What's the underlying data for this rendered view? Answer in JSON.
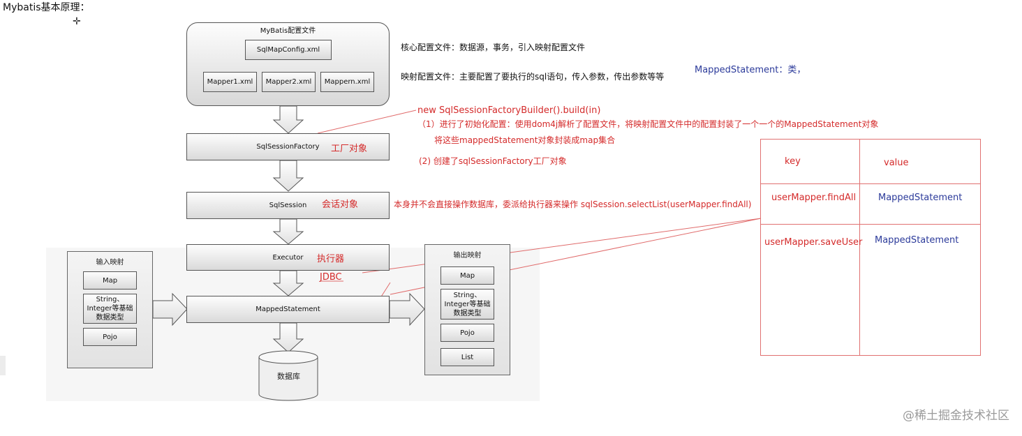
{
  "title": "Mybatis基本原理：",
  "config_box": {
    "title": "MyBatis配置文件",
    "main_file": "SqlMapConfig.xml",
    "mappers": [
      "Mapper1.xml",
      "Mapper2.xml",
      "Mappern.xml"
    ]
  },
  "flow": {
    "factory": "SqlSessionFactory",
    "session": "SqlSession",
    "executor": "Executor",
    "mapped": "MappedStatement",
    "db": "数据库"
  },
  "input_panel": {
    "title": "输入映射",
    "items": [
      "Map",
      "String、\nInteger等基础\n数据类型",
      "Pojo"
    ]
  },
  "output_panel": {
    "title": "输出映射",
    "items": [
      "Map",
      "String、\nInteger等基础\n数据类型",
      "Pojo",
      "List"
    ]
  },
  "notes": {
    "core_config": "核心配置文件：数据源，事务，引入映射配置文件",
    "mapping_config": "映射配置文件：主要配置了要执行的sql语句，传入参数，传出参数等等",
    "mapped_class": "MappedStatement：类，",
    "builder": "new SqlSessionFactoryBuilder().build(in)",
    "step1": "（1）进行了初始化配置：使用dom4j解析了配置文件，将映射配置文件中的配置封装了一个一个的MappedStatement对象",
    "step1b": "将这些mappedStatement对象封装成map集合",
    "step2": "(2) 创建了sqlSessionFactory工厂对象",
    "factory_label": "工厂对象",
    "session_label": "会话对象",
    "session_desc": "本身并不会直接操作数据库，委派给执行器来操作 sqlSession.selectList(userMapper.findAll)",
    "executor_label": "执行器",
    "jdbc_label": "JDBC"
  },
  "map_table": {
    "header_key": "key",
    "header_value": "value",
    "rows": [
      {
        "key": "userMapper.findAll",
        "value": "MappedStatement"
      },
      {
        "key": "userMapper.saveUser",
        "value": "MappedStatement"
      }
    ]
  },
  "watermark": "@稀土掘金技术社区",
  "colors": {
    "annotation_red": "#d42a2a",
    "annotation_blue": "#2b3a9a",
    "table_border": "#e07070"
  }
}
